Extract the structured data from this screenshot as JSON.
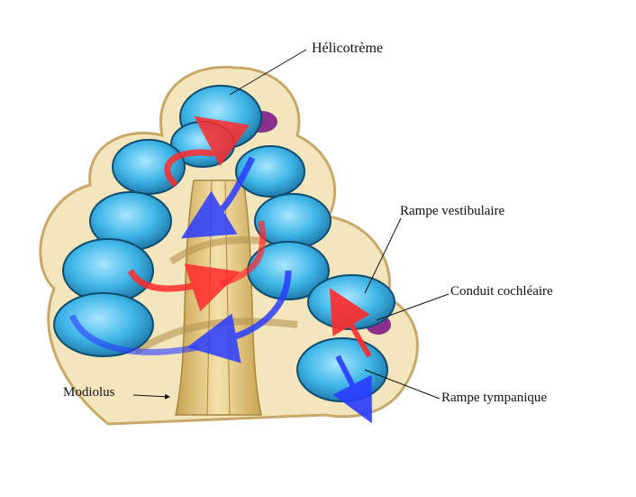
{
  "labels": {
    "helicotreme": "Hélicotrème",
    "rampe_vestibulaire": "Rampe vestibulaire",
    "conduit_cochleaire": "Conduit cochléaire",
    "rampe_tympanique": "Rampe tympanique",
    "modiolus": "Modiolus"
  },
  "colors": {
    "bone_outer": "#f3e6bd",
    "bone_edge": "#c8a96a",
    "duct_blue": "#3fb6e8",
    "duct_dark": "#1a6f9e",
    "membrane_purple": "#8a2f8c",
    "modiolus_tan": "#e8cf8a",
    "arrow_red": "#ff2b2b",
    "arrow_blue": "#2a3cff"
  },
  "icons": {
    "flow_up": "red-arrow-icon",
    "flow_down": "blue-arrow-icon"
  }
}
